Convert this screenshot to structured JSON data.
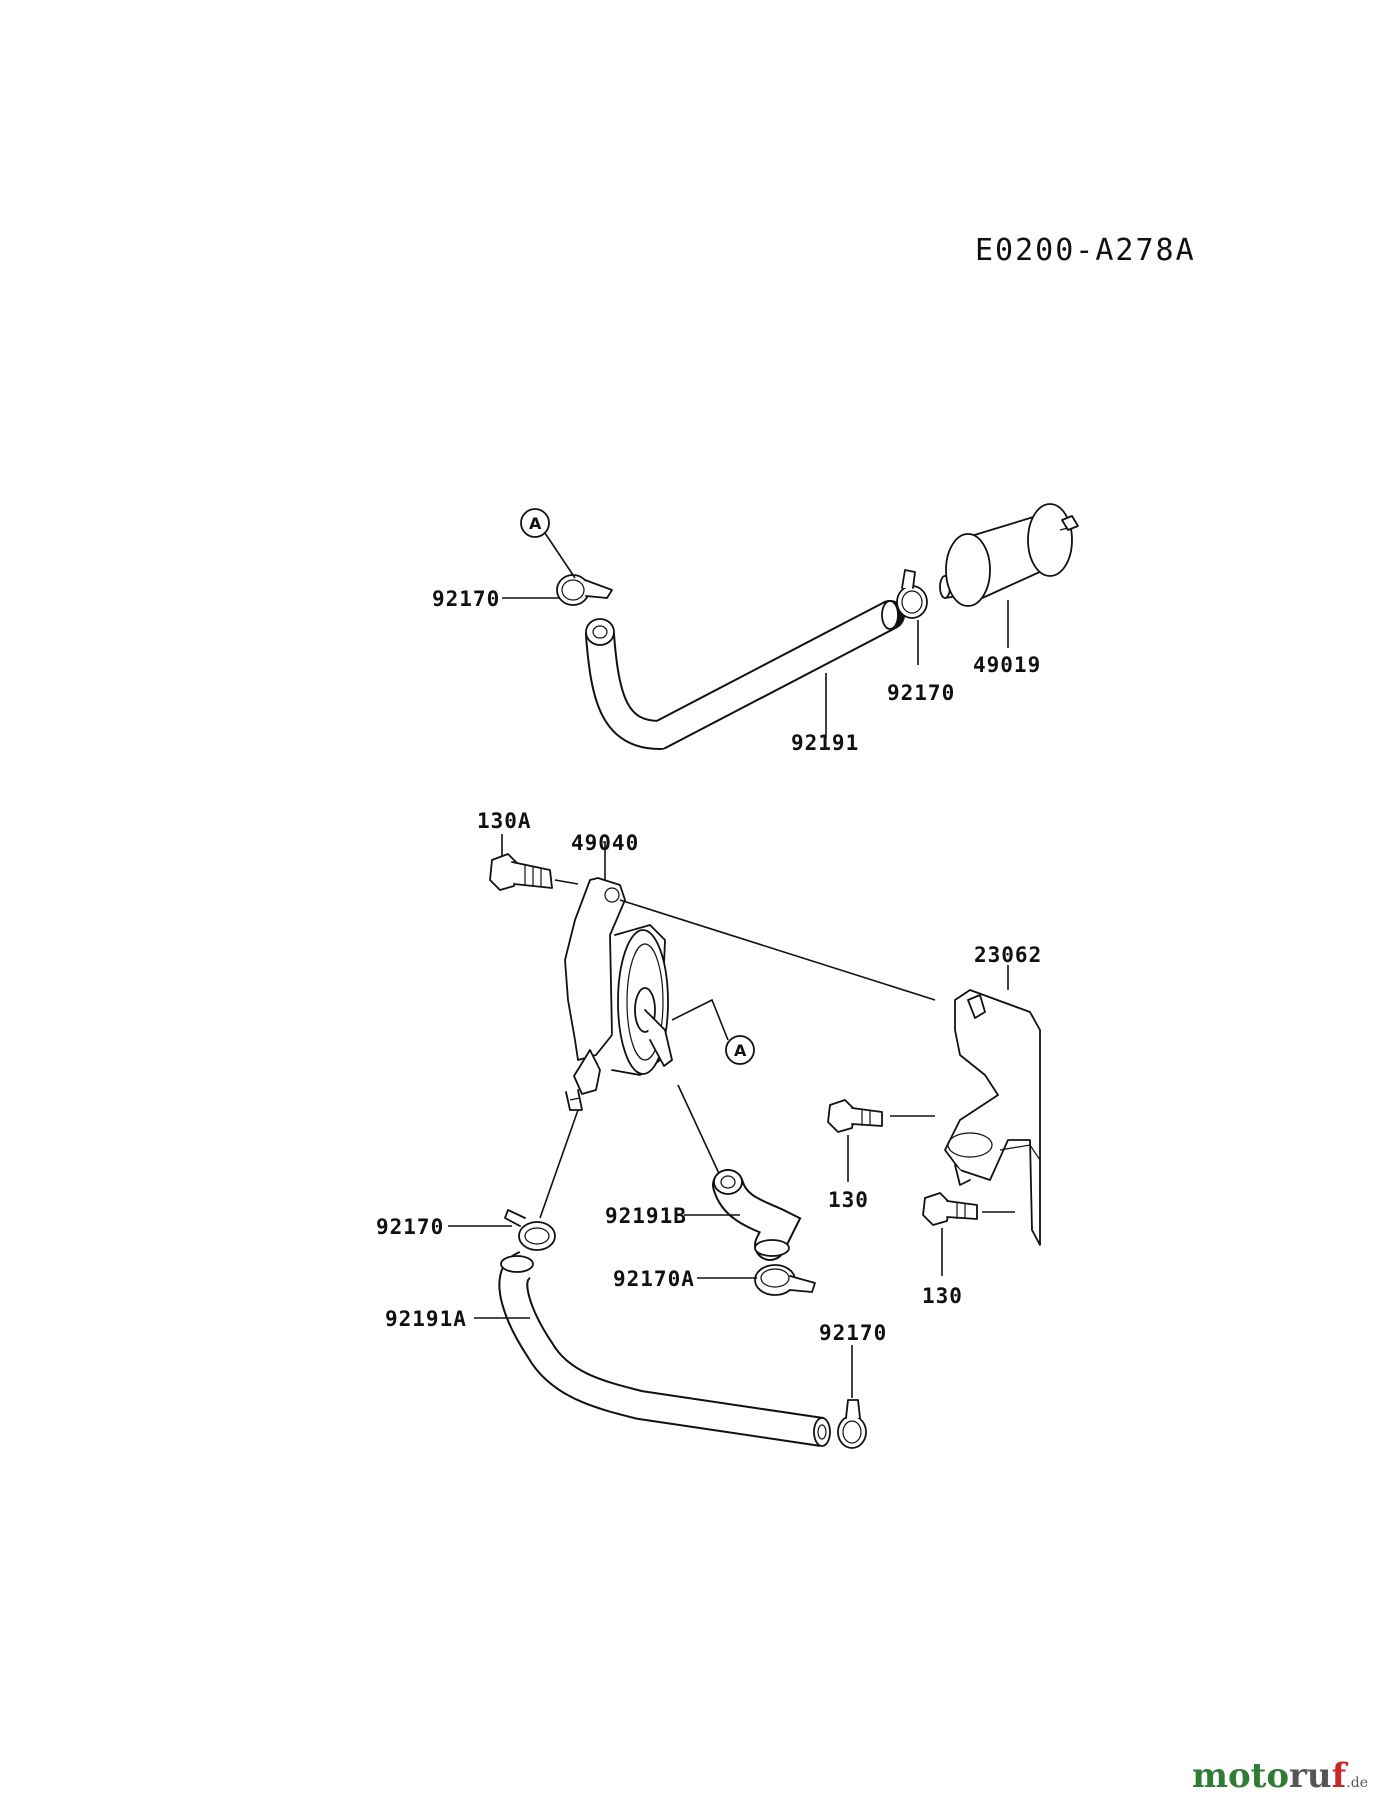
{
  "diagram_code": "E0200-A278A",
  "ref_marker": "A",
  "labels": {
    "p92170_top_left": "92170",
    "p92170_top_right": "92170",
    "p49019": "49019",
    "p92191": "92191",
    "p130A": "130A",
    "p49040": "49040",
    "p23062": "23062",
    "p130_upper": "130",
    "p130_lower": "130",
    "p92170_mid": "92170",
    "p92191B": "92191B",
    "p92170A": "92170A",
    "p92191A": "92191A",
    "p92170_bottom": "92170"
  },
  "watermark": {
    "part1": "moto",
    "part2": "ru",
    "part3": "f",
    "suffix": ".de"
  }
}
